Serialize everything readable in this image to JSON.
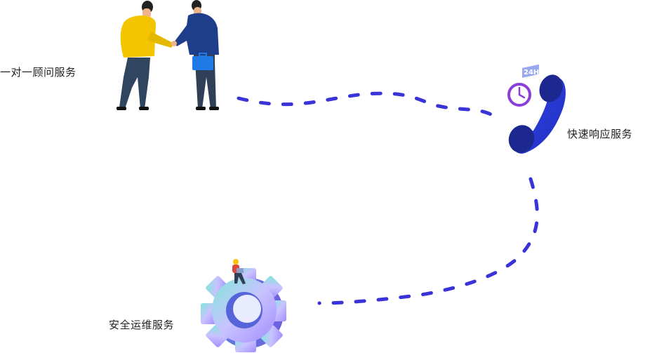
{
  "services": [
    {
      "label": "一对一顾问服务"
    },
    {
      "label": "快速响应服务"
    },
    {
      "label": "安全运维服务"
    }
  ],
  "phone_badge": "24H",
  "colors": {
    "path": "#3a34d8",
    "phone": "#2a39d9",
    "phone_dark": "#1c2790",
    "clock": "#8b3fd9",
    "yellow_shirt": "#f2c500",
    "navy_suit": "#1e3d8a",
    "briefcase": "#1f7ae8",
    "gear_light": "#c9c2ff",
    "gear_mint": "#a6f0e0"
  }
}
